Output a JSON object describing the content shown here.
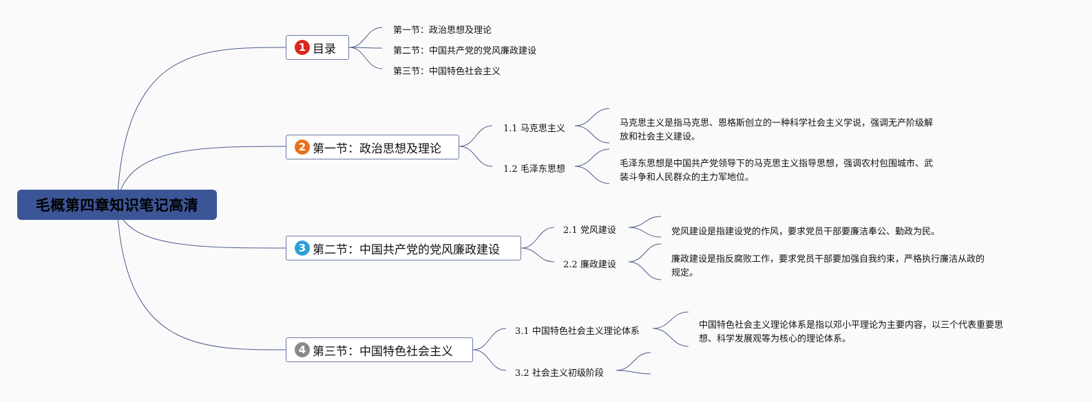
{
  "root": {
    "label": "毛概第四章知识笔记高清"
  },
  "colors": {
    "root": "#3c5597",
    "line": "#4a5a8e",
    "badge_1": "#d9281e",
    "badge_2": "#e8711d",
    "badge_3": "#2e9fd8",
    "badge_4": "#8a8a8a"
  },
  "topics": [
    {
      "number": "1",
      "label": "目录",
      "children": [
        {
          "label": "第一节：政治思想及理论"
        },
        {
          "label": "第二节：中国共产党的党风廉政建设"
        },
        {
          "label": "第三节：中国特色社会主义"
        }
      ]
    },
    {
      "number": "2",
      "label": "第一节：政治思想及理论",
      "children": [
        {
          "num": "1.1",
          "label": "马克思主义",
          "note": [
            "马克思主义是指马克思、恩格斯创立的一种科学社会主义学说，强调无产阶级解",
            "放和社会主义建设。"
          ]
        },
        {
          "num": "1.2",
          "label": "毛泽东思想",
          "note": [
            "毛泽东思想是中国共产党领导下的马克思主义指导思想，强调农村包围城市、武",
            "装斗争和人民群众的主力军地位。"
          ]
        }
      ]
    },
    {
      "number": "3",
      "label": "第二节：中国共产党的党风廉政建设",
      "children": [
        {
          "num": "2.1",
          "label": "党风建设",
          "note": [
            "党风建设是指建设党的作风，要求党员干部要廉洁奉公、勤政为民。"
          ]
        },
        {
          "num": "2.2",
          "label": "廉政建设",
          "note": [
            "廉政建设是指反腐败工作，要求党员干部要加强自我约束，严格执行廉洁从政的",
            "规定。"
          ]
        }
      ]
    },
    {
      "number": "4",
      "label": "第三节：中国特色社会主义",
      "children": [
        {
          "num": "3.1",
          "label": "中国特色社会主义理论体系",
          "note": [
            "中国特色社会主义理论体系是指以邓小平理论为主要内容，以三个代表重要思",
            "想、科学发展观等为核心的理论体系。"
          ]
        },
        {
          "num": "3.2",
          "label": "社会主义初级阶段"
        }
      ]
    }
  ]
}
